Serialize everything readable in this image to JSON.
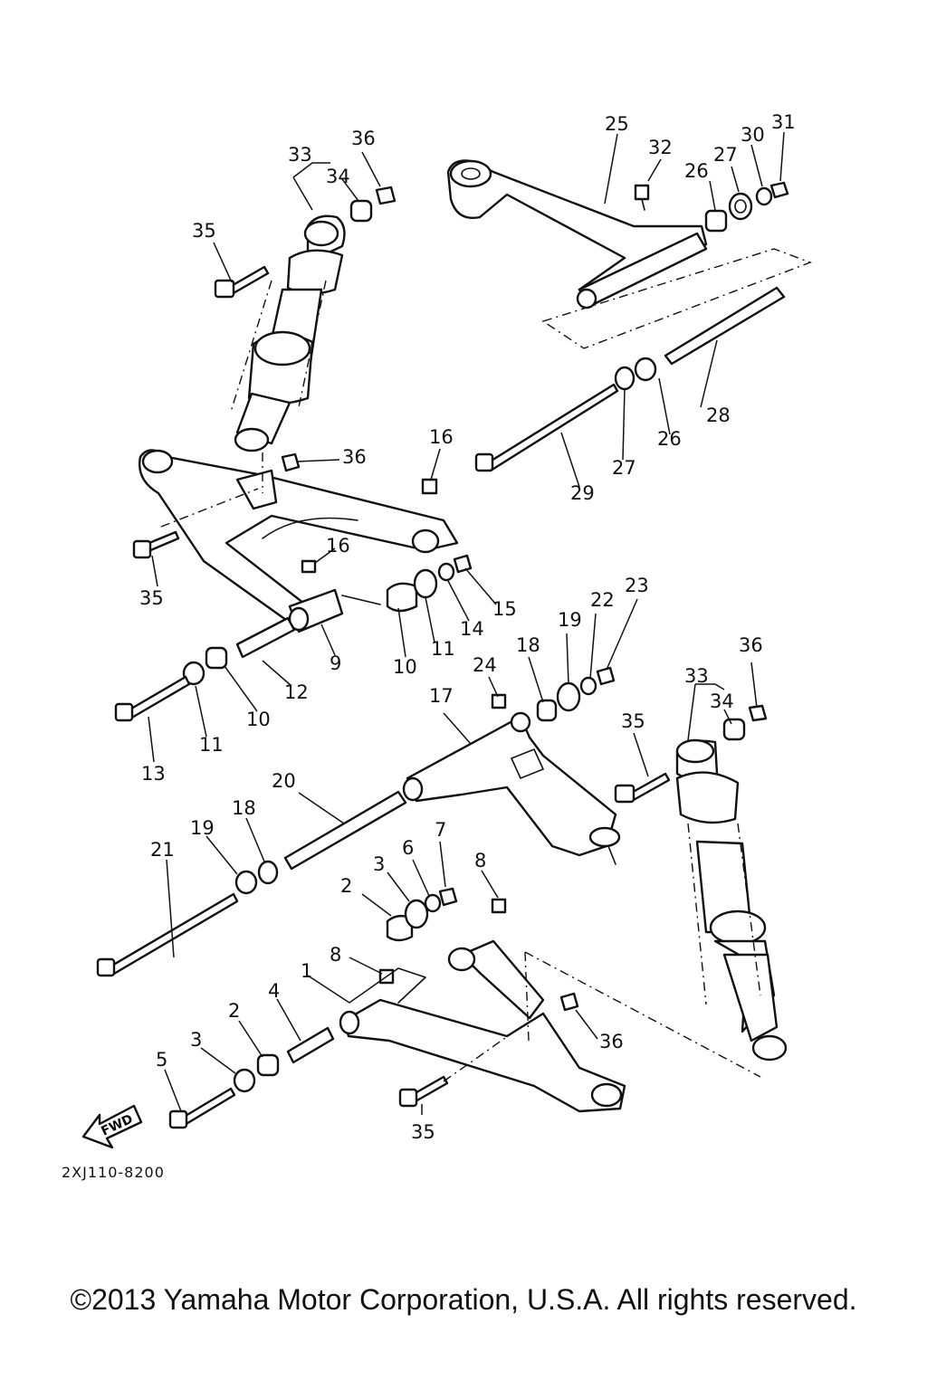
{
  "diagram": {
    "callouts": [
      "1",
      "2",
      "3",
      "4",
      "5",
      "6",
      "7",
      "8",
      "9",
      "10",
      "11",
      "12",
      "13",
      "14",
      "15",
      "16",
      "17",
      "18",
      "19",
      "20",
      "21",
      "22",
      "23",
      "24",
      "25",
      "26",
      "27",
      "28",
      "29",
      "30",
      "31",
      "32",
      "33",
      "34",
      "35",
      "36"
    ],
    "direction_label": "FWD",
    "code": "2XJ110-8200"
  },
  "footer": {
    "copyright": "©2013 Yamaha Motor Corporation, U.S.A. All rights reserved."
  }
}
